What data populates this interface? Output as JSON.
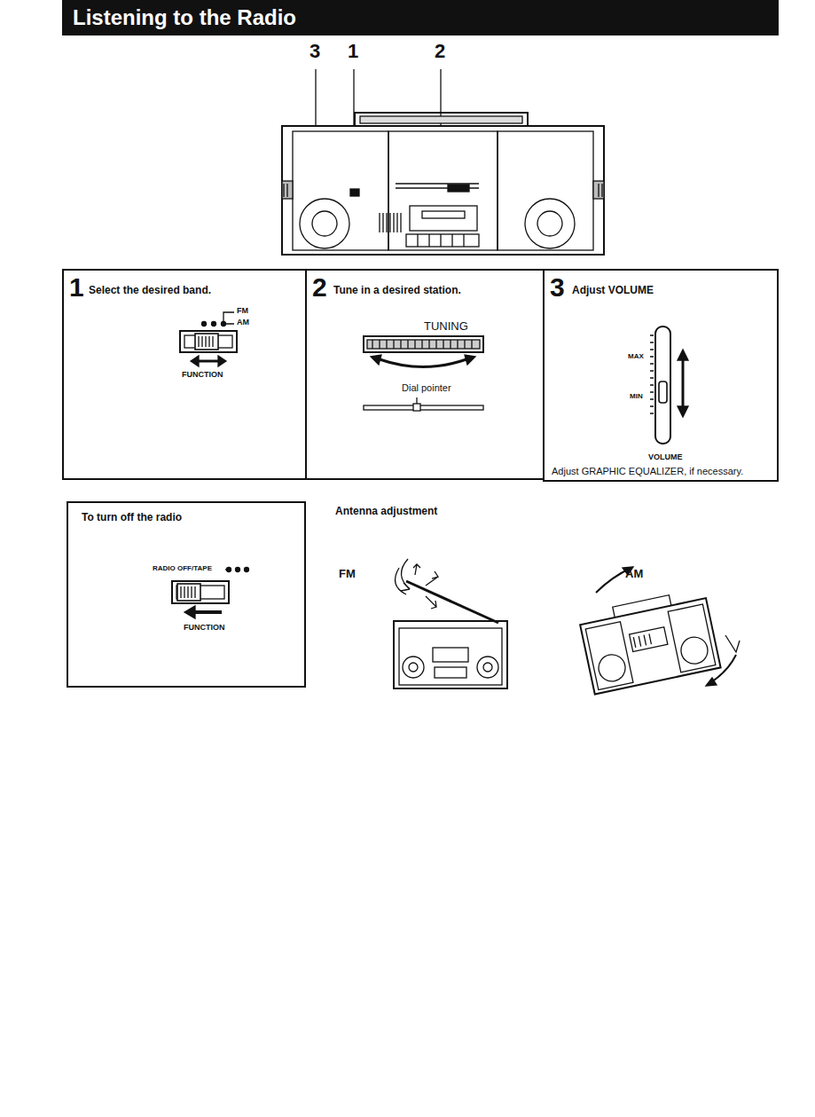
{
  "diagram": {
    "title": "Listening to the Radio",
    "nodes": [
      {
        "text": [
          "1",
          "Select the desired band."
        ]
      },
      {
        "text": [
          "2",
          "Tune in a desired station."
        ]
      },
      {
        "text": [
          "3",
          "Adjust VOLUME",
          "Adjust GRAPHIC EQUALIZER, if necessary."
        ]
      },
      {
        "text": [
          "To turn off the radio"
        ]
      }
    ],
    "labels": [
      "3",
      "1",
      "2",
      "FM",
      "AM",
      "FUNCTION",
      "TUNING",
      "Dial pointer",
      "MAX",
      "MIN",
      "VOLUME",
      "RADIO OFF/TAPE",
      "FUNCTION",
      "Antenna adjustment",
      "FM",
      "AM"
    ]
  }
}
